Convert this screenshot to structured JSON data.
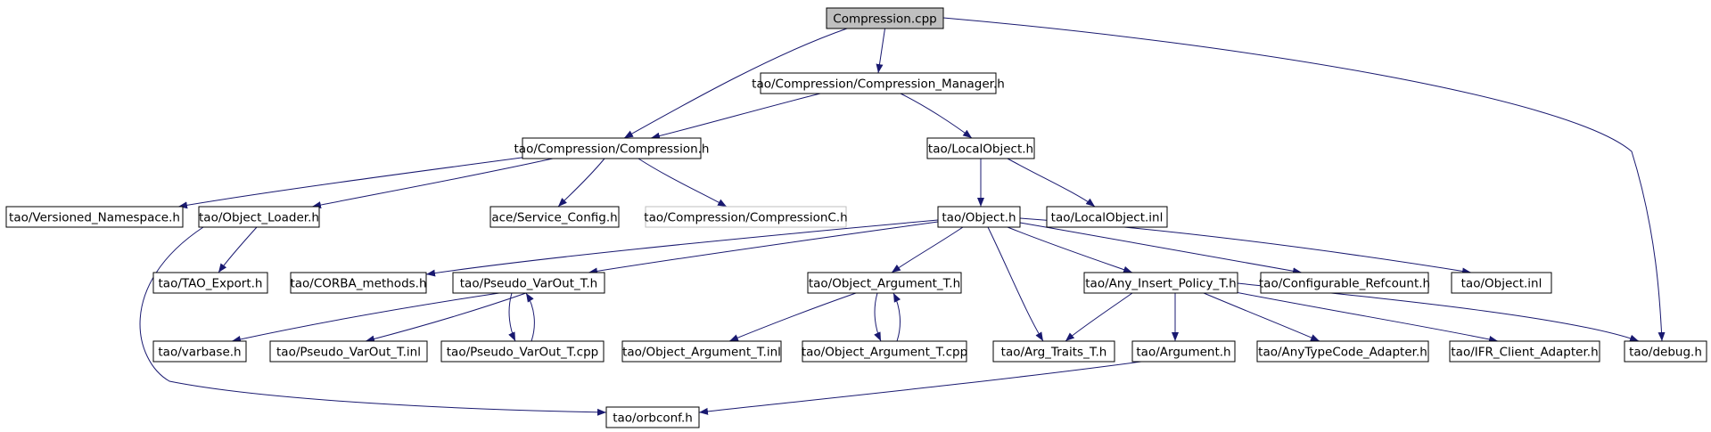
{
  "colors": {
    "edge": "#191970",
    "node_border": "#000000",
    "ghost_border": "#bfbfbf",
    "root_fill": "#bfbfbf",
    "node_fill": "#ffffff"
  },
  "nodes": [
    {
      "id": "n1",
      "label": "Compression.cpp",
      "kind": "root"
    },
    {
      "id": "n2",
      "label": "tao/Compression/Compression_Manager.h",
      "kind": "normal"
    },
    {
      "id": "n3",
      "label": "tao/Compression/Compression.h",
      "kind": "normal"
    },
    {
      "id": "n4",
      "label": "tao/LocalObject.h",
      "kind": "normal"
    },
    {
      "id": "n5",
      "label": "tao/Versioned_Namespace.h",
      "kind": "normal"
    },
    {
      "id": "n6",
      "label": "tao/Object_Loader.h",
      "kind": "normal"
    },
    {
      "id": "n7",
      "label": "ace/Service_Config.h",
      "kind": "normal"
    },
    {
      "id": "n8",
      "label": "tao/Compression/CompressionC.h",
      "kind": "ghost"
    },
    {
      "id": "n9",
      "label": "tao/Object.h",
      "kind": "normal"
    },
    {
      "id": "n10",
      "label": "tao/LocalObject.inl",
      "kind": "normal"
    },
    {
      "id": "n11",
      "label": "tao/TAO_Export.h",
      "kind": "normal"
    },
    {
      "id": "n12",
      "label": "tao/CORBA_methods.h",
      "kind": "normal"
    },
    {
      "id": "n13",
      "label": "tao/Pseudo_VarOut_T.h",
      "kind": "normal"
    },
    {
      "id": "n14",
      "label": "tao/Object_Argument_T.h",
      "kind": "normal"
    },
    {
      "id": "n15",
      "label": "tao/Any_Insert_Policy_T.h",
      "kind": "normal"
    },
    {
      "id": "n16",
      "label": "tao/Configurable_Refcount.h",
      "kind": "normal"
    },
    {
      "id": "n17",
      "label": "tao/Object.inl",
      "kind": "normal"
    },
    {
      "id": "n18",
      "label": "tao/varbase.h",
      "kind": "normal"
    },
    {
      "id": "n19",
      "label": "tao/Pseudo_VarOut_T.inl",
      "kind": "normal"
    },
    {
      "id": "n20",
      "label": "tao/Pseudo_VarOut_T.cpp",
      "kind": "normal"
    },
    {
      "id": "n21",
      "label": "tao/Object_Argument_T.inl",
      "kind": "normal"
    },
    {
      "id": "n22",
      "label": "tao/Object_Argument_T.cpp",
      "kind": "normal"
    },
    {
      "id": "n23",
      "label": "tao/Arg_Traits_T.h",
      "kind": "normal"
    },
    {
      "id": "n24",
      "label": "tao/Argument.h",
      "kind": "normal"
    },
    {
      "id": "n25",
      "label": "tao/AnyTypeCode_Adapter.h",
      "kind": "normal"
    },
    {
      "id": "n26",
      "label": "tao/IFR_Client_Adapter.h",
      "kind": "normal"
    },
    {
      "id": "n27",
      "label": "tao/debug.h",
      "kind": "normal"
    },
    {
      "id": "n28",
      "label": "tao/orbconf.h",
      "kind": "normal"
    }
  ],
  "edges": [
    [
      "n1",
      "n2"
    ],
    [
      "n1",
      "n3"
    ],
    [
      "n1",
      "n27"
    ],
    [
      "n2",
      "n3"
    ],
    [
      "n2",
      "n4"
    ],
    [
      "n3",
      "n5"
    ],
    [
      "n3",
      "n6"
    ],
    [
      "n3",
      "n7"
    ],
    [
      "n3",
      "n8"
    ],
    [
      "n6",
      "n11"
    ],
    [
      "n6",
      "n28"
    ],
    [
      "n4",
      "n9"
    ],
    [
      "n4",
      "n10"
    ],
    [
      "n9",
      "n12"
    ],
    [
      "n9",
      "n13"
    ],
    [
      "n9",
      "n14"
    ],
    [
      "n9",
      "n15"
    ],
    [
      "n9",
      "n16"
    ],
    [
      "n9",
      "n17"
    ],
    [
      "n9",
      "n23"
    ],
    [
      "n13",
      "n18"
    ],
    [
      "n13",
      "n19"
    ],
    [
      "n13",
      "n20"
    ],
    [
      "n20",
      "n13"
    ],
    [
      "n14",
      "n21"
    ],
    [
      "n14",
      "n22"
    ],
    [
      "n22",
      "n14"
    ],
    [
      "n15",
      "n23"
    ],
    [
      "n15",
      "n24"
    ],
    [
      "n15",
      "n25"
    ],
    [
      "n15",
      "n26"
    ],
    [
      "n15",
      "n27"
    ],
    [
      "n24",
      "n28"
    ]
  ]
}
